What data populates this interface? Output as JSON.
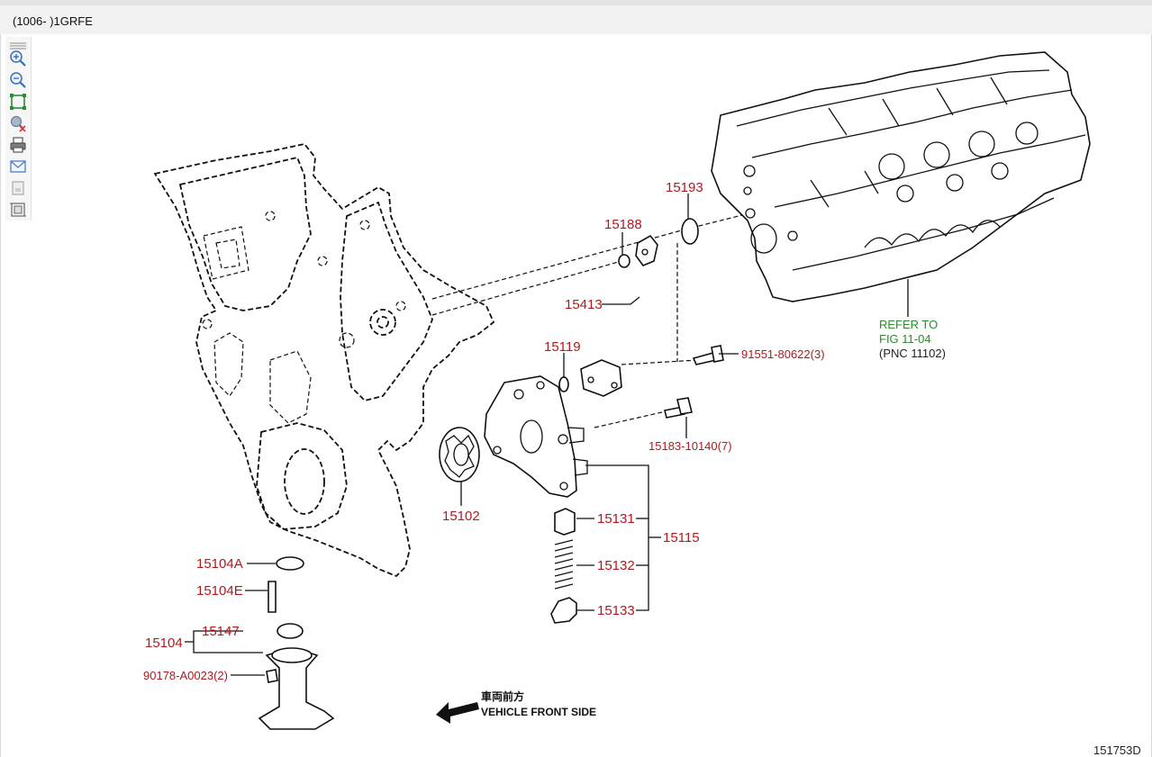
{
  "window": {
    "title": "(1006- )1GRFE"
  },
  "toolbar": {
    "tools": [
      {
        "icon": "lines-icon"
      },
      {
        "icon": "zoom-in-icon"
      },
      {
        "icon": "zoom-out-icon"
      },
      {
        "icon": "fit-page-icon"
      },
      {
        "icon": "clear-zoom-icon"
      },
      {
        "icon": "print-icon"
      },
      {
        "icon": "mail-icon"
      },
      {
        "icon": "page-icon"
      },
      {
        "icon": "frame-icon"
      }
    ]
  },
  "diagram": {
    "parts": {
      "p15193": "15193",
      "p15188": "15188",
      "p15413": "15413",
      "p15119": "15119",
      "p91551": "91551-80622(3)",
      "p15183": "15183-10140(7)",
      "p15102": "15102",
      "p15131": "15131",
      "p15115": "15115",
      "p15132": "15132",
      "p15133": "15133",
      "p15104A": "15104A",
      "p15104E": "15104E",
      "p15104": "15104",
      "p15147": "15147",
      "p90178": "90178-A0023(2)"
    },
    "refer": {
      "line1": "REFER TO",
      "line2": "FIG 11-04",
      "line3": "(PNC 11102)"
    },
    "direction": {
      "japanese": "車両前方",
      "english": "VEHICLE FRONT SIDE"
    },
    "figure_number": "151753D"
  }
}
